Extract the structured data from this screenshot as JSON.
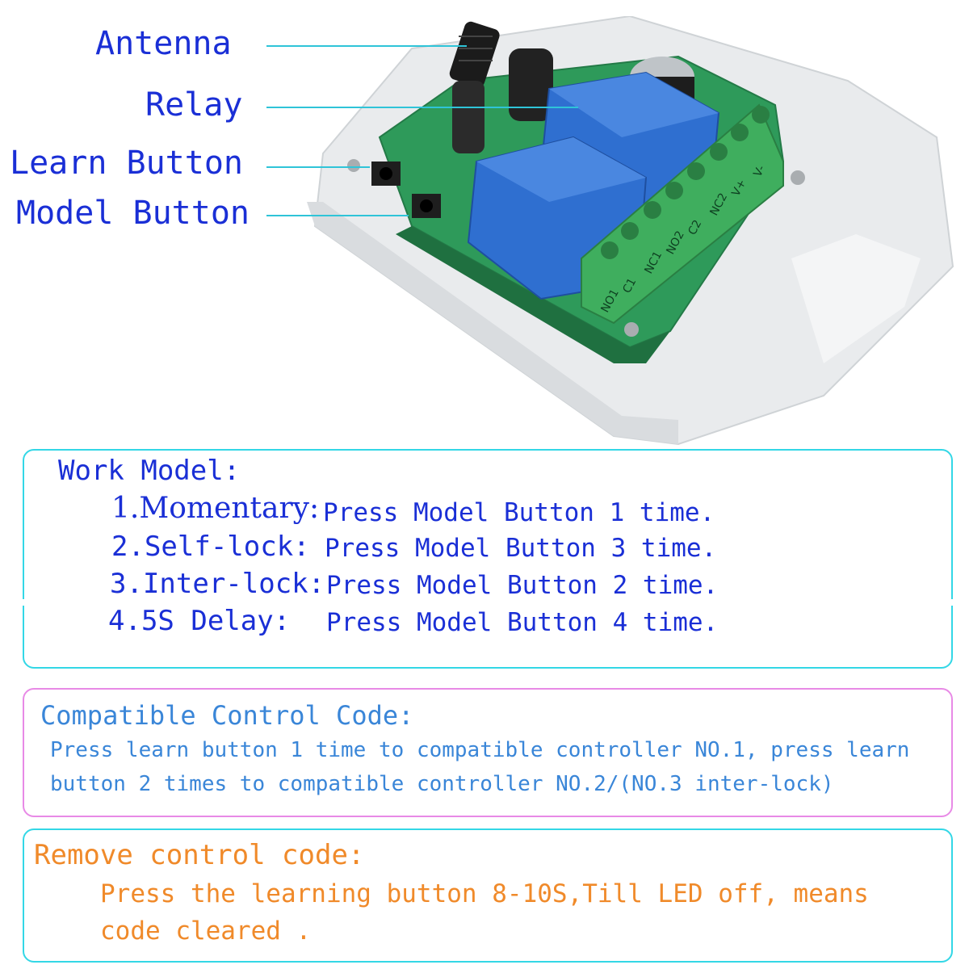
{
  "callouts": {
    "antenna": "Antenna",
    "relay": "Relay",
    "learn_button": "Learn Button",
    "model_button": "Model Button"
  },
  "terminal_labels": [
    "NO1",
    "C1",
    "NC1",
    "NO2",
    "C2",
    "NC2",
    "V+",
    "V-"
  ],
  "work_model": {
    "title": "Work Model:",
    "items": [
      {
        "mode": "1.Momentary:",
        "instruction": "Press Model Button 1 time."
      },
      {
        "mode": "2.Self-lock:",
        "instruction": "Press Model Button 3 time."
      },
      {
        "mode": "3.Inter-lock:",
        "instruction": "Press Model Button 2 time."
      },
      {
        "mode": "4.5S Delay:",
        "instruction": "Press Model Button 4 time."
      }
    ]
  },
  "compatible": {
    "title": "Compatible Control Code:",
    "line1": "Press learn button 1 time to compatible controller NO.1, press learn",
    "line2": "button 2 times to compatible controller NO.2/(NO.3 inter-lock)"
  },
  "remove": {
    "title": "Remove control code:",
    "line1": "Press the learning button 8-10S,Till LED  off,  means",
    "line2": "code cleared ."
  },
  "colors": {
    "label_blue": "#1a2fd6",
    "text_light_blue": "#3a86d8",
    "orange": "#f08a2a",
    "cyan_border": "#33d7e6",
    "pink_border": "#e88ae6",
    "pcb_green": "#2e9a5a",
    "relay_blue": "#2f6fd0",
    "terminal_green": "#3fae5e"
  }
}
